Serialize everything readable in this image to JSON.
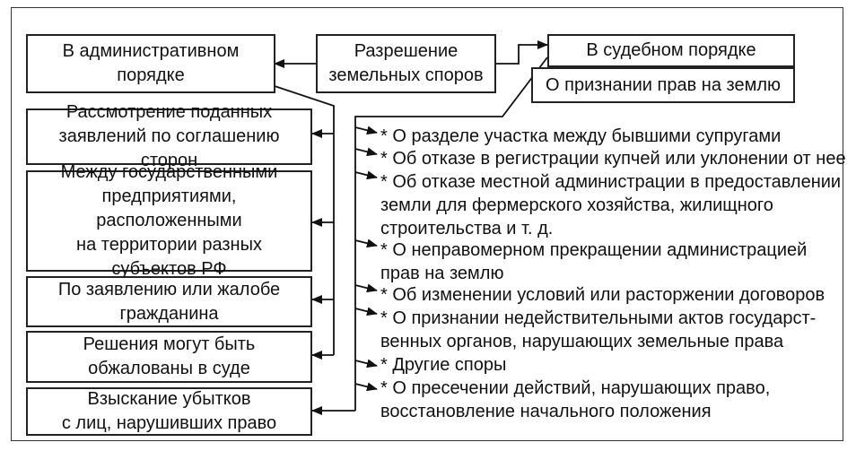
{
  "center": {
    "label": "Разрешение\nземельных споров"
  },
  "admin": {
    "label": "В административном\nпорядке"
  },
  "court": {
    "label": "В судебном порядке"
  },
  "court_sub": {
    "label": "О признании прав на землю"
  },
  "left_boxes": [
    {
      "label": "Рассмотрение поданных\nзаявлений по соглашению сторон"
    },
    {
      "label": "Между государственными\nпредприятиями, расположенными\nна территории разных\nсубъектов РФ"
    },
    {
      "label": "По заявлению или жалобе\nгражданина"
    },
    {
      "label": "Решения могут быть\nобжалованы в суде"
    },
    {
      "label": "Взыскание убытков\nс лиц, нарушивших право"
    }
  ],
  "court_items": [
    {
      "lines": [
        "* О разделе участка между бывшими супругами"
      ]
    },
    {
      "lines": [
        "* Об отказе в регистрации купчей или уклонении от нее"
      ]
    },
    {
      "lines": [
        "* Об отказе местной администрации в предоставлении",
        "земли для фермерского хозяйства, жилищного",
        "строительства и т. д."
      ]
    },
    {
      "lines": [
        "* О неправомерном прекращении администрацией",
        "прав на землю"
      ]
    },
    {
      "lines": [
        "* Об изменении условий или расторжении договоров"
      ]
    },
    {
      "lines": [
        "* О признании недействительными актов государст-",
        "венных органов, нарушающих земельные права"
      ]
    },
    {
      "lines": [
        "* Другие споры"
      ]
    },
    {
      "lines": [
        "* О пресечении действий, нарушающих право,",
        "восстановление начального положения"
      ]
    }
  ]
}
